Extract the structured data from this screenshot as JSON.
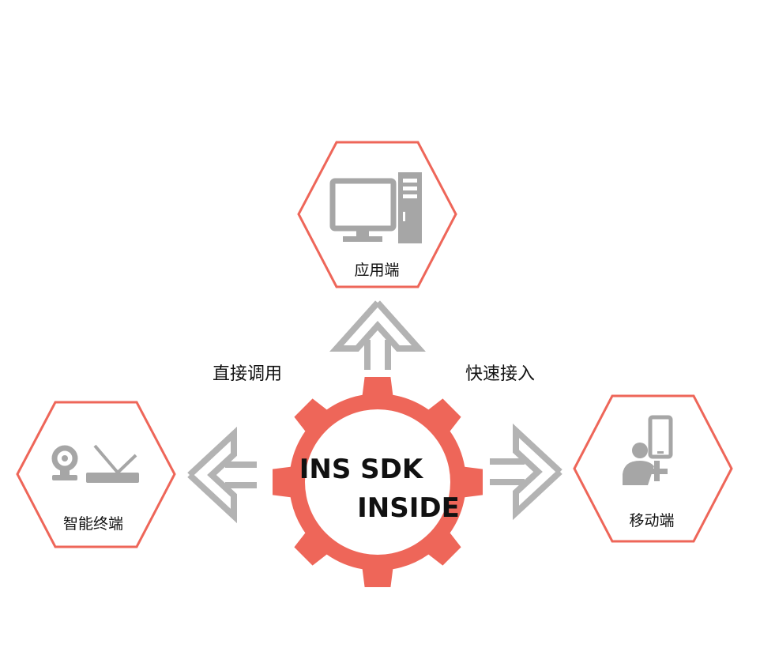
{
  "colors": {
    "accent": "#ee6659",
    "icon": "#a6a6a6",
    "arrow": "#b3b3b3",
    "text": "#111111"
  },
  "nodes": {
    "top": {
      "label": "应用端",
      "icon": "desktop-computer-icon"
    },
    "left": {
      "label": "智能终端",
      "icon": "webcam-router-icon"
    },
    "right": {
      "label": "移动端",
      "icon": "mobile-user-add-icon"
    }
  },
  "core": {
    "line1": "INS SDK",
    "line2": "INSIDE",
    "icon": "gear-icon"
  },
  "edges": {
    "left": "直接调用",
    "right": "快速接入"
  }
}
